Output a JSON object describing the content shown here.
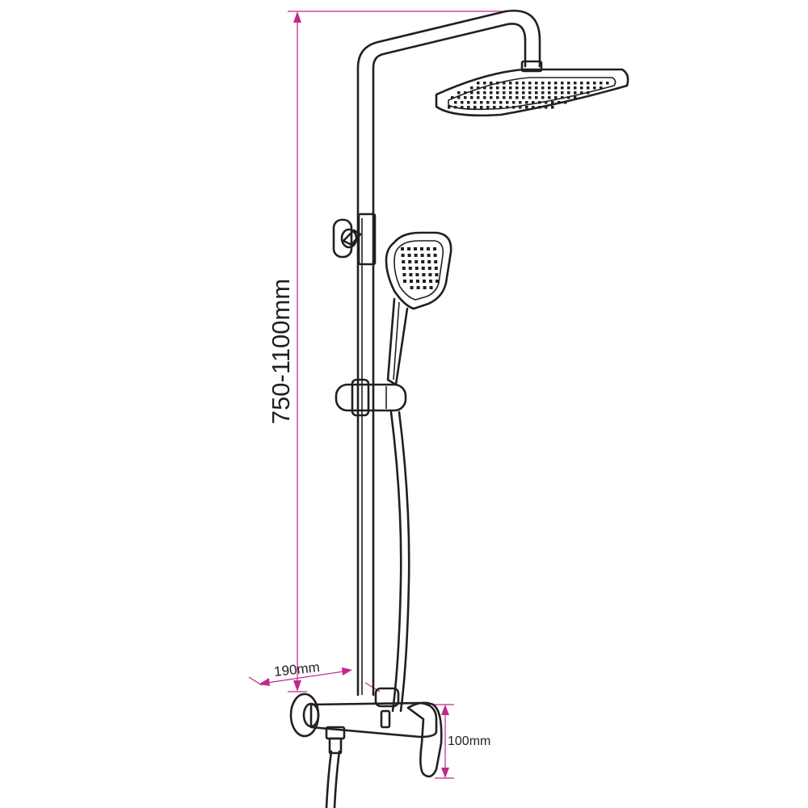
{
  "colors": {
    "outline": "#231f20",
    "dimension_line": "#c2278b",
    "background": "#ffffff"
  },
  "dimensions": {
    "height_range": "750-1100mm",
    "spout_length": "190mm",
    "mixer_height": "100mm"
  }
}
